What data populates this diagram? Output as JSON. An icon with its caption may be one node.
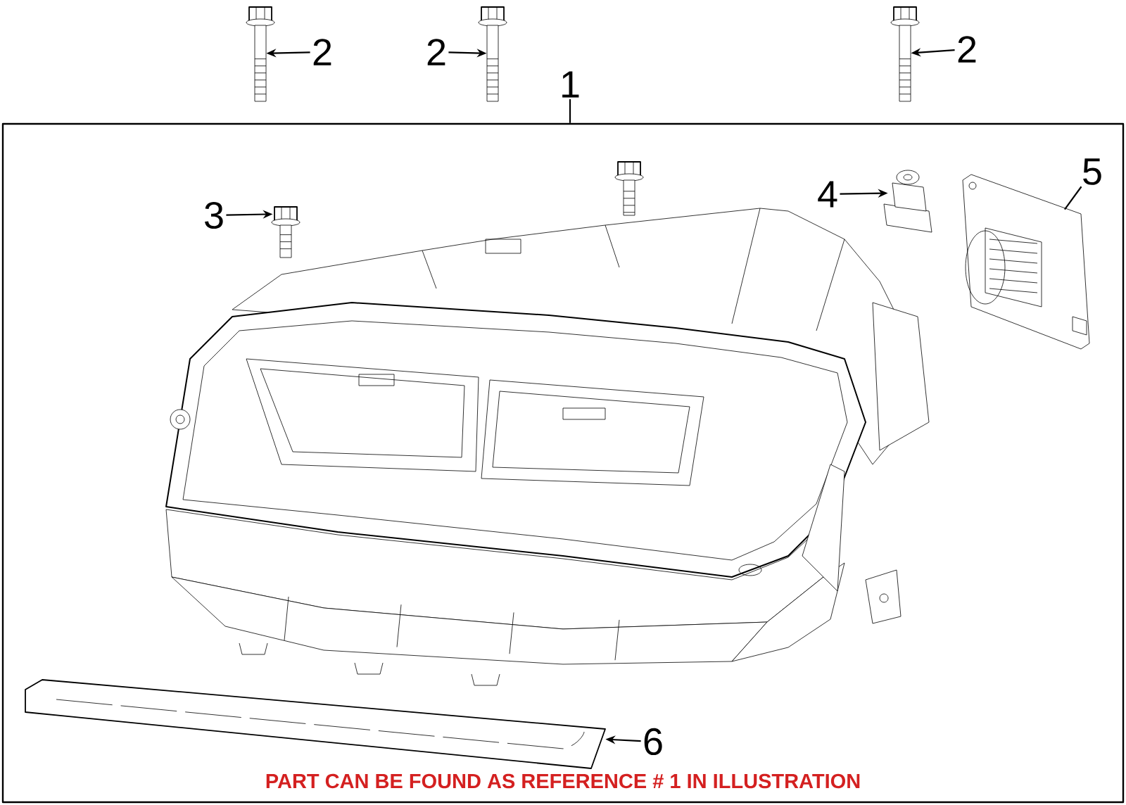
{
  "diagram": {
    "nodes": [
      {
        "text": [
          "2"
        ]
      },
      {
        "text": [
          "2"
        ]
      },
      {
        "text": [
          "2"
        ]
      },
      {
        "text": [],
        "shape": "picture"
      },
      {
        "text": [],
        "shape": "picture"
      },
      {
        "text": [],
        "shape": "picture"
      },
      {
        "text": [
          "1"
        ]
      },
      {
        "text": [],
        "shape": "box"
      },
      {
        "text": [
          "3"
        ],
        "in": 7
      },
      {
        "text": [],
        "shape": "picture",
        "in": 7
      },
      {
        "text": [
          "4"
        ],
        "in": 7
      },
      {
        "text": [],
        "shape": "picture",
        "in": 7
      },
      {
        "text": [
          "5"
        ],
        "in": 7
      },
      {
        "text": [],
        "shape": "picture",
        "in": 7
      },
      {
        "text": [
          "6"
        ],
        "in": 7
      },
      {
        "text": [],
        "shape": "picture",
        "in": 7
      }
    ],
    "edges": [
      {
        "from": 0,
        "to": 3,
        "arrow": "to"
      },
      {
        "from": 1,
        "to": 4,
        "arrow": "to"
      },
      {
        "from": 2,
        "to": 5,
        "arrow": "to"
      },
      {
        "from": 6,
        "to": 7,
        "arrow": "none"
      },
      {
        "from": 8,
        "to": 9,
        "arrow": "to"
      },
      {
        "from": 10,
        "to": 11,
        "arrow": "to"
      },
      {
        "from": 12,
        "to": 13,
        "arrow": "none"
      },
      {
        "from": 14,
        "to": 15,
        "arrow": "to"
      }
    ],
    "labels": [
      "PART CAN BE FOUND AS REFERENCE # 1 IN ILLUSTRATION"
    ]
  }
}
